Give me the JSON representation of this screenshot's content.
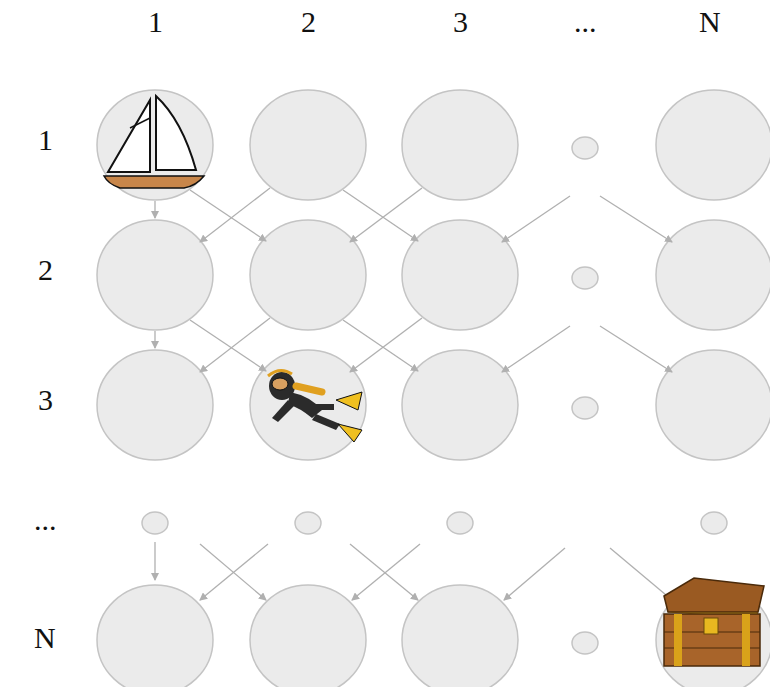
{
  "diagram": {
    "labels": [
      "1",
      "2",
      "3",
      "...",
      "N",
      "1",
      "2",
      "3",
      "...",
      "N"
    ]
  }
}
